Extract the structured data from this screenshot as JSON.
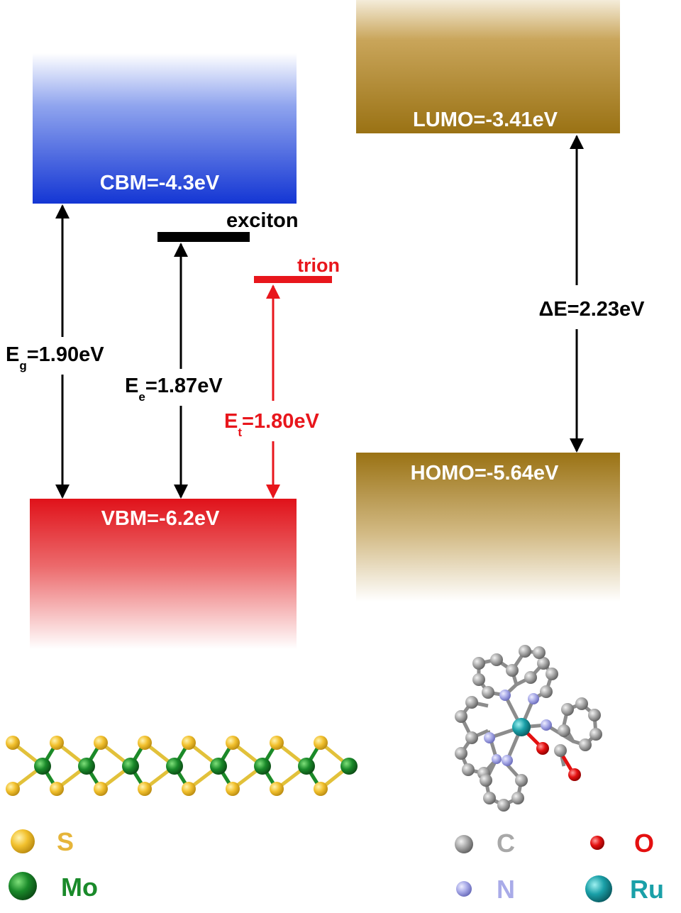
{
  "bands": {
    "cbm": "CBM=-4.3eV",
    "vbm": "VBM=-6.2eV",
    "lumo": "LUMO=-3.41eV",
    "homo": "HOMO=-5.64eV"
  },
  "levels": {
    "exciton": "exciton",
    "trion": "trion"
  },
  "gaps": {
    "eg_main": "E",
    "eg_sub": "g",
    "eg_value": "=1.90eV",
    "ee_main": "E",
    "ee_sub": "e",
    "ee_value": "=1.87eV",
    "et_main": "E",
    "et_sub": "t",
    "et_value": "=1.80eV",
    "delta": "ΔE=2.23eV"
  },
  "legend": {
    "s": "S",
    "mo": "Mo",
    "c": "C",
    "o": "O",
    "n": "N",
    "ru": "Ru"
  },
  "colors": {
    "cbm": "#1a3fd6",
    "vbm": "#e0151b",
    "frontier": "#9b7418",
    "trion": "#e8161c",
    "sulfur": "#f2c12e",
    "molybdenum": "#1a8a2a",
    "carbon": "#a8a8a8",
    "nitrogen": "#a9abe8",
    "oxygen": "#e41010",
    "ruthenium": "#1aa0a8"
  }
}
